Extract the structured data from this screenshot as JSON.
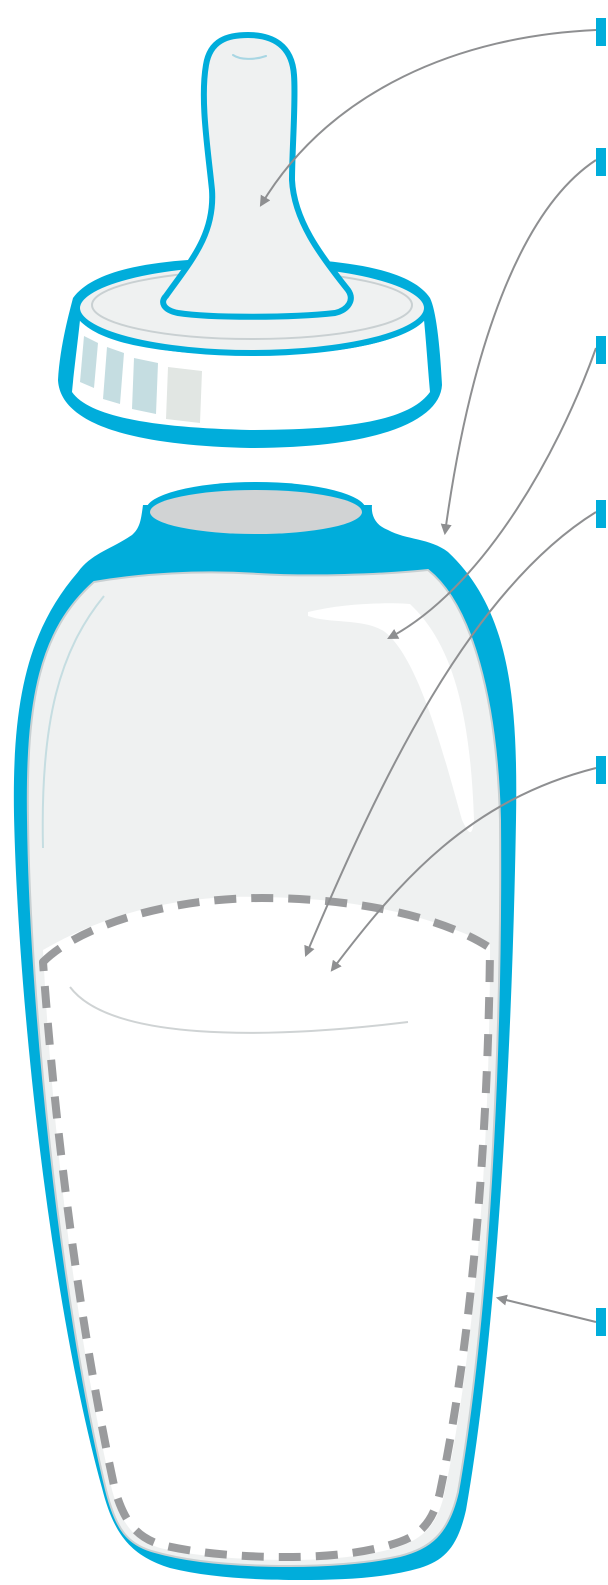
{
  "diagram": {
    "subject": "baby bottle",
    "parts": [
      {
        "id": "nipple",
        "label": ""
      },
      {
        "id": "collar",
        "label": ""
      },
      {
        "id": "bottle-shoulder",
        "label": ""
      },
      {
        "id": "bottle-inner-top",
        "label": ""
      },
      {
        "id": "liquid-level",
        "label": ""
      },
      {
        "id": "bottle-wall",
        "label": ""
      }
    ],
    "callouts": 6
  },
  "colors": {
    "accent": "#00ADDB",
    "body_fill": "#EFF1F1",
    "dash": "#9A9B9D",
    "arrow": "#8E8F91",
    "window": "#C5DDE1",
    "window_last": "#E1E6E3",
    "lip": "#D1D3D4"
  }
}
